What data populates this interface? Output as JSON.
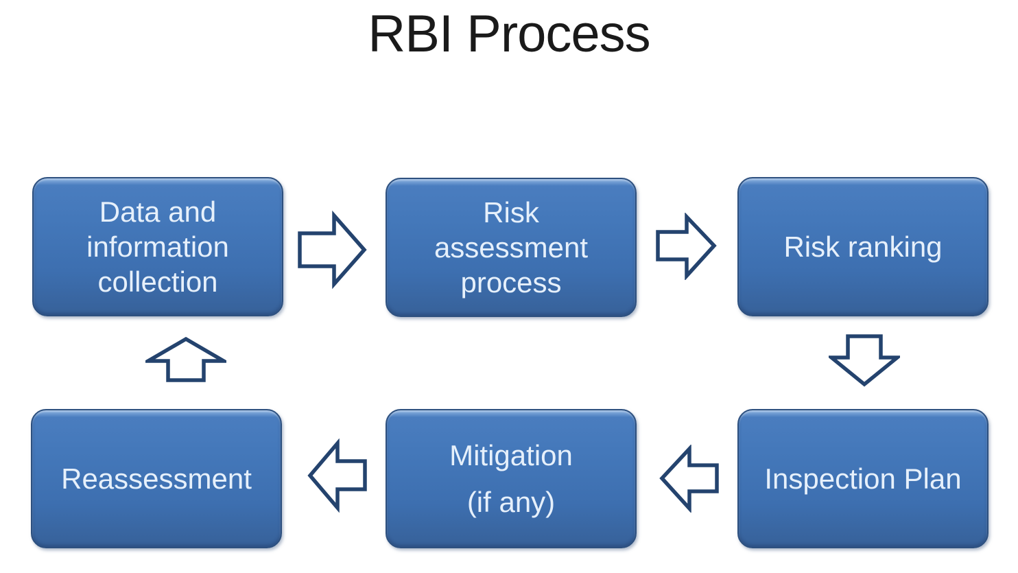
{
  "title": "RBI Process",
  "diagram": {
    "nodes": {
      "data_collection": {
        "label": "Data and\ninformation\ncollection"
      },
      "risk_assessment": {
        "label": "Risk\nassessment\nprocess"
      },
      "risk_ranking": {
        "label": "Risk ranking"
      },
      "inspection_plan": {
        "label": "Inspection Plan"
      },
      "mitigation": {
        "label": "Mitigation",
        "sublabel": "(if any)"
      },
      "reassessment": {
        "label": "Reassessment"
      }
    },
    "flow": [
      {
        "from": "Data and information collection",
        "to": "Risk assessment process",
        "direction": "right"
      },
      {
        "from": "Risk assessment process",
        "to": "Risk ranking",
        "direction": "right"
      },
      {
        "from": "Risk ranking",
        "to": "Inspection Plan",
        "direction": "down"
      },
      {
        "from": "Inspection Plan",
        "to": "Mitigation (if any)",
        "direction": "left"
      },
      {
        "from": "Mitigation (if any)",
        "to": "Reassessment",
        "direction": "left"
      },
      {
        "from": "Reassessment",
        "to": "Data and information collection",
        "direction": "up"
      }
    ]
  },
  "colors": {
    "background": "#ffffff",
    "title_text": "#1a1a1a",
    "box_fill_top": "#4a7dbf",
    "box_fill_bottom": "#376199",
    "box_highlight": "#8fb5e2",
    "box_border": "#2d507f",
    "box_text": "#e6f0fb",
    "arrow_outline": "#24436e",
    "arrow_fill": "#ffffff"
  }
}
